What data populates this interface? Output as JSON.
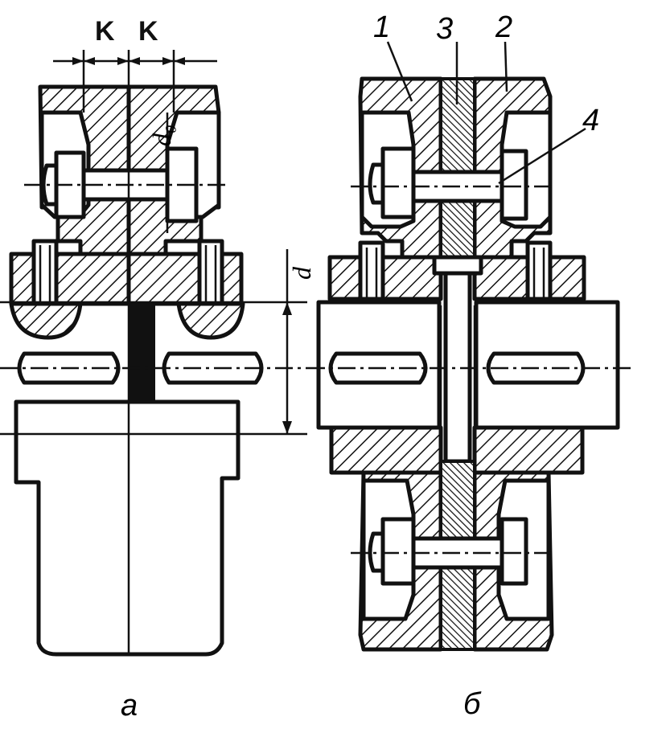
{
  "labels": {
    "dim_k_left": "K",
    "dim_k_right": "K",
    "dim_d0": "d₀",
    "dim_d": "d",
    "part_1": "1",
    "part_2": "2",
    "part_3": "3",
    "part_4": "4",
    "caption_a": "a",
    "caption_b": "б"
  }
}
